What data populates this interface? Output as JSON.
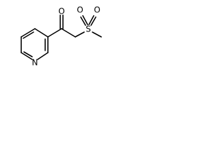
{
  "molecule": {
    "atoms": {
      "carbonyl_oxygen": "O",
      "sulfonyl_oxygen_left": "O",
      "sulfonyl_oxygen_right": "O",
      "sulfur": "S",
      "pyridine_nitrogen": "N"
    }
  },
  "colors": {
    "background": "#ffffff",
    "ink": "#000000"
  }
}
